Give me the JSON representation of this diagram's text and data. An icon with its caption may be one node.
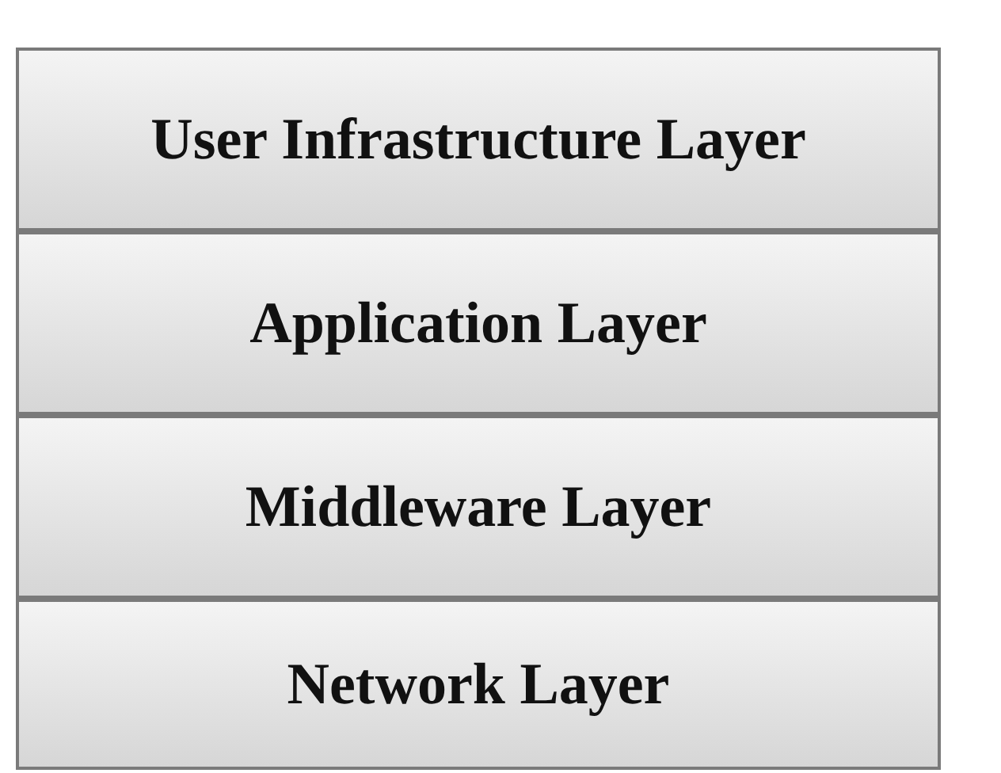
{
  "diagram": {
    "nodes": [
      {
        "text": [
          "User Infrastructure Layer"
        ]
      },
      {
        "text": [
          "Application Layer"
        ]
      },
      {
        "text": [
          "Middleware Layer"
        ]
      },
      {
        "text": [
          "Network Layer"
        ]
      }
    ],
    "edges": []
  }
}
